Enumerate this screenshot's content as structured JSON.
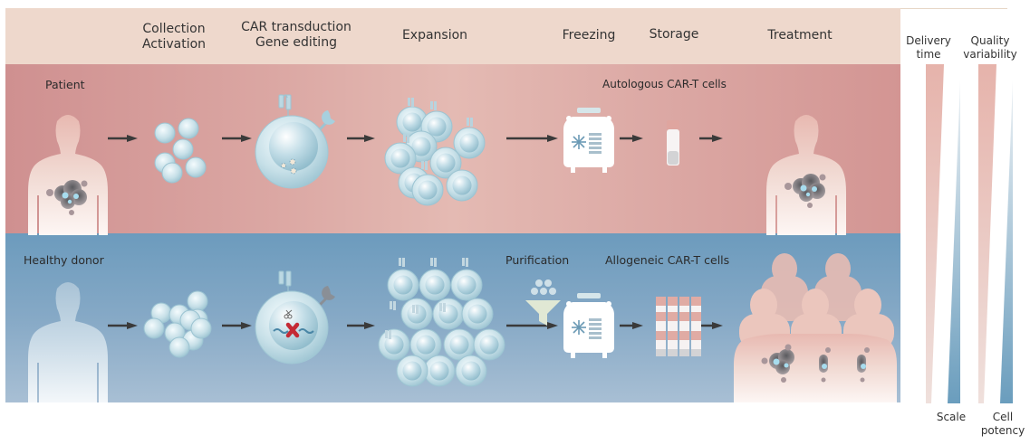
{
  "header": {
    "stages": [
      {
        "id": "collection",
        "line1": "Collection",
        "line2": "Activation"
      },
      {
        "id": "car-transduction",
        "line1": "CAR transduction",
        "line2": "Gene editing"
      },
      {
        "id": "expansion",
        "line1": "Expansion",
        "line2": ""
      },
      {
        "id": "freezing",
        "line1": "Freezing",
        "line2": ""
      },
      {
        "id": "storage",
        "line1": "Storage",
        "line2": ""
      },
      {
        "id": "treatment",
        "line1": "Treatment",
        "line2": ""
      }
    ]
  },
  "rows": {
    "autologous": {
      "source_label": "Patient",
      "product_label": "Autologous CAR-T cells",
      "color": "#d39593"
    },
    "allogeneic": {
      "source_label": "Healthy donor",
      "step_label": "Purification",
      "product_label": "Allogeneic CAR-T cells",
      "color": "#6c9bbd"
    }
  },
  "comparison": {
    "bars": [
      {
        "id": "delivery-time",
        "label_top1": "Delivery",
        "label_top2": "time",
        "trend": "decreasing",
        "color": "#e6b3ab"
      },
      {
        "id": "scale",
        "label_bottom1": "Scale",
        "label_bottom2": "",
        "trend": "increasing",
        "color": "#6a9dbd"
      },
      {
        "id": "quality-variability",
        "label_top1": "Quality",
        "label_top2": "variability",
        "trend": "decreasing",
        "color": "#e6b3ab"
      },
      {
        "id": "cell-potency",
        "label_bottom1": "Cell",
        "label_bottom2": "potency",
        "trend": "increasing",
        "color": "#6a9dbd"
      }
    ]
  },
  "icons": {
    "arrow": "right-arrow-icon",
    "freezer": "cryo-freezer-icon",
    "vial": "vial-icon",
    "funnel": "funnel-icon"
  }
}
